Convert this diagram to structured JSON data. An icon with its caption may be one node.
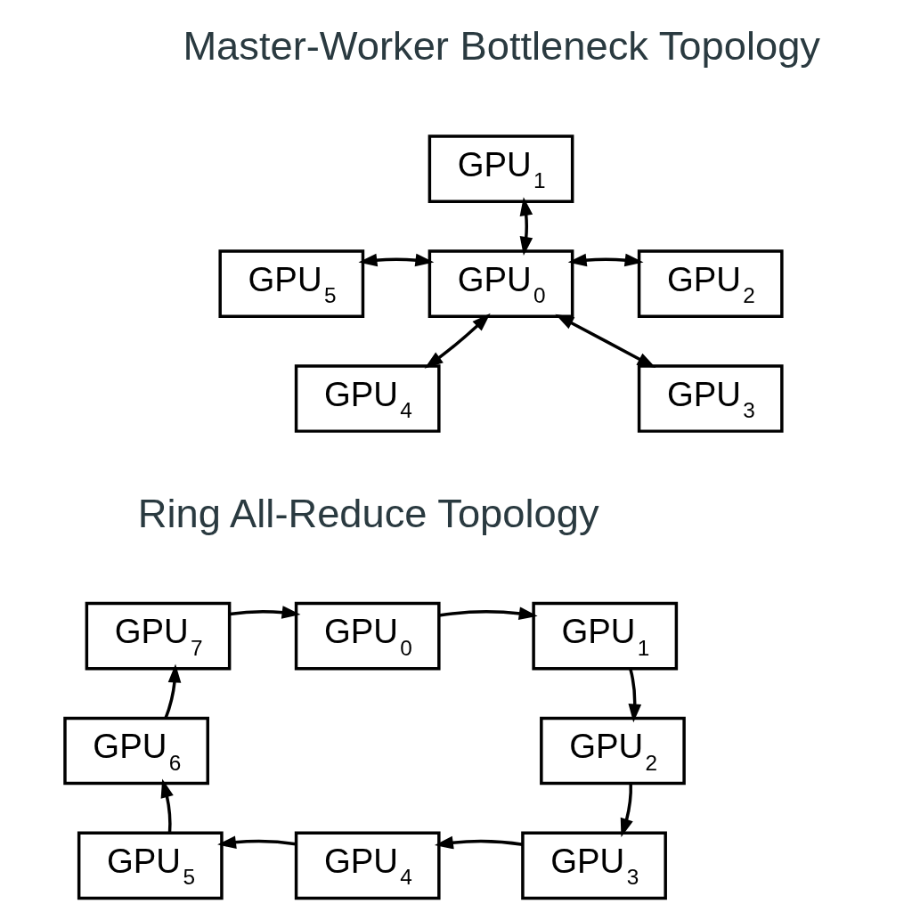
{
  "diagram": {
    "nodes": [
      {
        "text": [
          "GPU$_{1}$"
        ]
      },
      {
        "text": [
          "GPU$_{5}$"
        ]
      },
      {
        "text": [
          "GPU$_{2}$"
        ]
      },
      {
        "text": [
          "GPU$_{0}$"
        ]
      },
      {
        "text": [
          "GPU$_{4}$"
        ]
      },
      {
        "text": [
          "GPU$_{3}$"
        ]
      },
      {
        "text": [
          "GPU$_{0}$"
        ]
      },
      {
        "text": [
          "GPU$_{7}$"
        ]
      },
      {
        "text": [
          "GPU$_{1}$"
        ]
      },
      {
        "text": [
          "GPU$_{6}$"
        ]
      },
      {
        "text": [
          "GPU$_{2}$"
        ]
      },
      {
        "text": [
          "GPU$_{5}$"
        ]
      },
      {
        "text": [
          "GPU$_{3}$"
        ]
      },
      {
        "text": [
          "GPU$_{4}$"
        ]
      }
    ],
    "edges": [
      {
        "from": 3,
        "to": 0,
        "arrow": "both"
      },
      {
        "from": 3,
        "to": 1,
        "arrow": "both"
      },
      {
        "from": 3,
        "to": 2,
        "arrow": "both"
      },
      {
        "from": 3,
        "to": 4,
        "arrow": "both"
      },
      {
        "from": 3,
        "to": 5,
        "arrow": "both"
      },
      {
        "from": 6,
        "to": 8,
        "arrow": "to"
      },
      {
        "from": 8,
        "to": 10,
        "arrow": "to"
      },
      {
        "from": 10,
        "to": 12,
        "arrow": "to"
      },
      {
        "from": 12,
        "to": 13,
        "arrow": "to"
      },
      {
        "from": 13,
        "to": 11,
        "arrow": "to"
      },
      {
        "from": 11,
        "to": 9,
        "arrow": "to"
      },
      {
        "from": 9,
        "to": 7,
        "arrow": "to"
      },
      {
        "from": 7,
        "to": 6,
        "arrow": "to"
      }
    ],
    "labels": [
      "Master-Worker Bottleneck Topology",
      "Ring All-Reduce Topology"
    ]
  }
}
